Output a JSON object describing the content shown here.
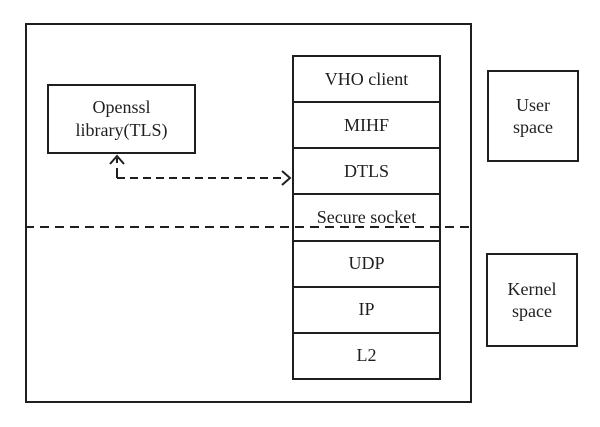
{
  "diagram": {
    "background_color": "#ffffff",
    "line_color": "#1f1f1f",
    "openssl_box": {
      "label": "Openssl library(TLS)"
    },
    "stack": {
      "layers": [
        "VHO client",
        "MIHF",
        "DTLS",
        "Secure socket",
        "UDP",
        "IP",
        "L2"
      ]
    },
    "side_boxes": {
      "user": "User space",
      "kernel": "Kernel space"
    },
    "arrow": {
      "style": "dashed, double-headed",
      "from": "Openssl library(TLS)",
      "to": "DTLS"
    },
    "divider": {
      "style": "dashed horizontal line",
      "separates": [
        "User space",
        "Kernel space"
      ]
    }
  }
}
